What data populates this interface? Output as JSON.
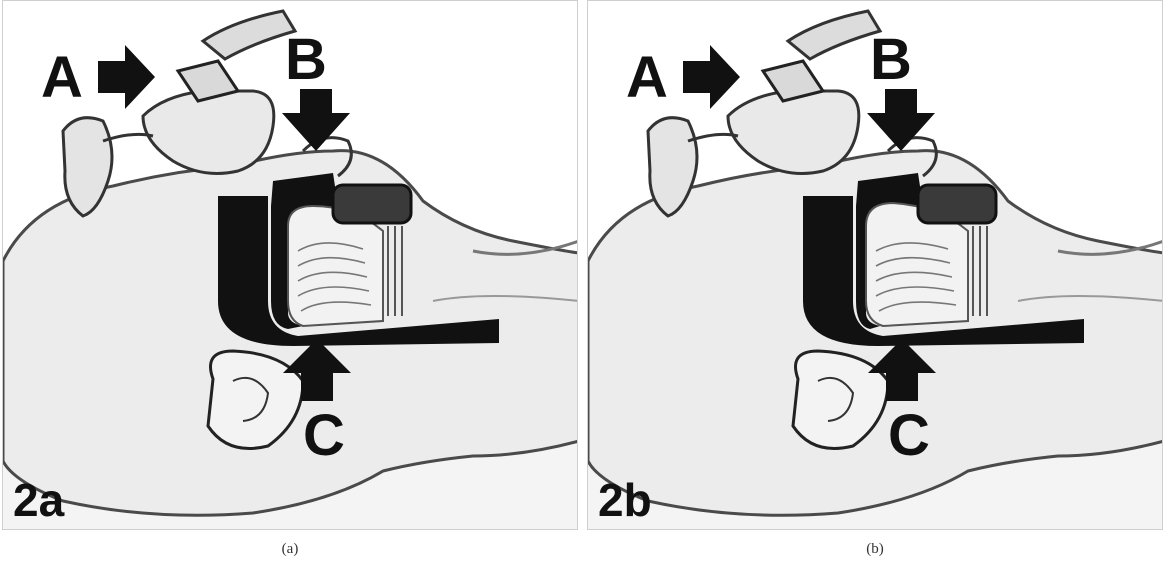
{
  "figure": {
    "panels": [
      {
        "id": "a",
        "panel_label": "2a",
        "caption": "(a)",
        "markers": {
          "A": "A",
          "B": "B",
          "C": "C"
        }
      },
      {
        "id": "b",
        "panel_label": "2b",
        "caption": "(b)",
        "markers": {
          "A": "A",
          "B": "B",
          "C": "C"
        }
      }
    ]
  },
  "colors": {
    "ink": "#111111",
    "sketch": "#8a8a8a",
    "skin": "#ececec",
    "background": "#ffffff"
  },
  "icons": {
    "arrow_A": "arrow-right-icon",
    "arrow_B": "arrow-down-icon",
    "arrow_C": "arrow-up-icon"
  }
}
